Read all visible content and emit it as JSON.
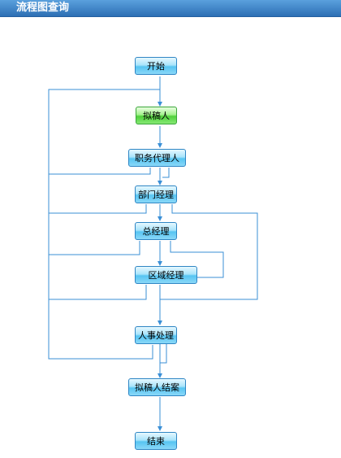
{
  "header": {
    "title": "流程图查询"
  },
  "nodes": {
    "start": "开始",
    "drafter": "拟稿人",
    "duty_agent": "职务代理人",
    "dept_manager": "部门经理",
    "general_manager": "总经理",
    "region_manager": "区域经理",
    "hr": "人事处理",
    "drafter_close": "拟稿人结案",
    "end": "结束"
  },
  "colors": {
    "active_node": "#4fd13a",
    "node": "#56c5f2",
    "line": "#3a8fd6",
    "header": "#2d6fb4"
  }
}
